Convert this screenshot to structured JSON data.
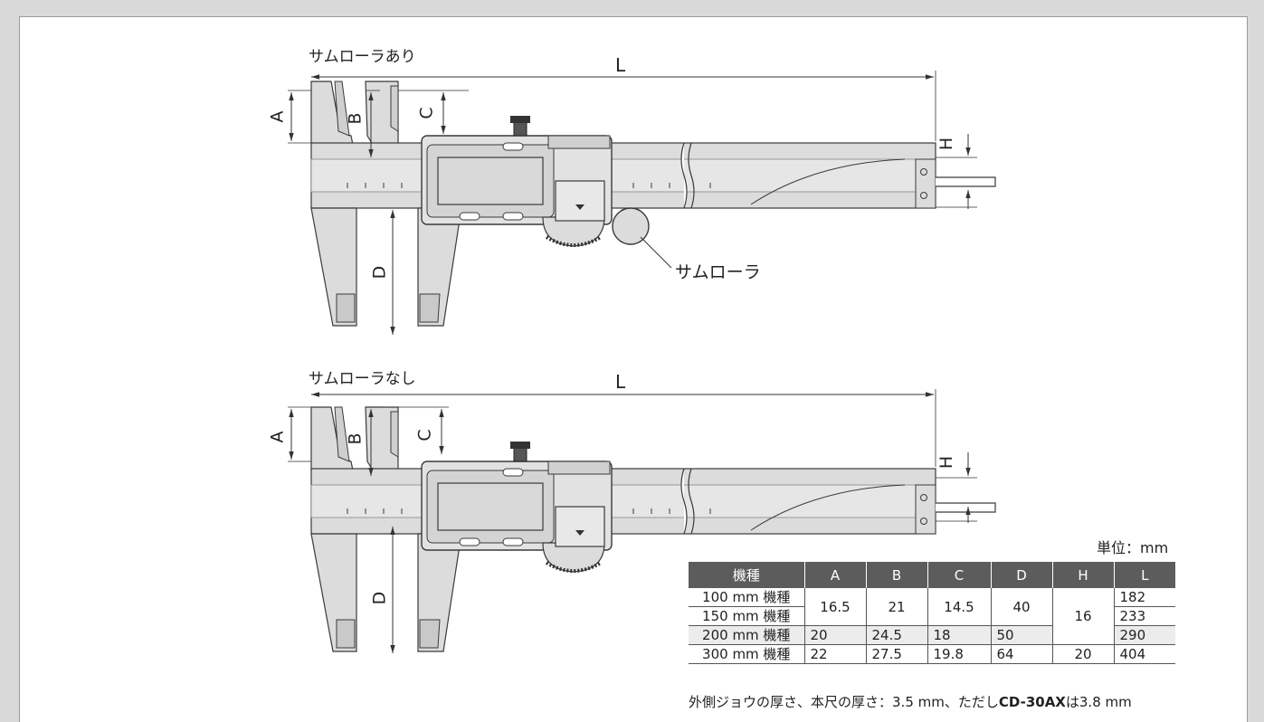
{
  "upper": {
    "caption": "サムローラあり",
    "dim_L": "L",
    "dim_A": "A",
    "dim_B": "B",
    "dim_C": "C",
    "dim_D": "D",
    "dim_H": "H",
    "callout": "サムローラ"
  },
  "lower": {
    "caption": "サムローラなし",
    "dim_L": "L",
    "dim_A": "A",
    "dim_B": "B",
    "dim_C": "C",
    "dim_D": "D",
    "dim_H": "H"
  },
  "unit_label": "単位：mm",
  "table": {
    "headers": [
      "機種",
      "A",
      "B",
      "C",
      "D",
      "H",
      "L"
    ],
    "rows": [
      {
        "model": "100 mm 機種",
        "A": "16.5",
        "B": "21",
        "C": "14.5",
        "D": "40",
        "H": "16",
        "L": "182"
      },
      {
        "model": "150 mm 機種",
        "A": "16.5",
        "B": "21",
        "C": "14.5",
        "D": "40",
        "H": "16",
        "L": "233"
      },
      {
        "model": "200 mm 機種",
        "A": "20",
        "B": "24.5",
        "C": "18",
        "D": "50",
        "H": "16",
        "L": "290"
      },
      {
        "model": "300 mm 機種",
        "A": "22",
        "B": "27.5",
        "C": "19.8",
        "D": "64",
        "H": "20",
        "L": "404"
      }
    ]
  },
  "note": {
    "prefix": "外側ジョウの厚さ、本尺の厚さ：3.5 mm、ただし",
    "model": "CD-30AX",
    "mid": "は",
    "suffix": "3.8 mm"
  },
  "colors": {
    "body": "#dcdcdc",
    "outline": "#3a3a3a",
    "header_bg": "#5c5c5c",
    "row_shade": "#ececec"
  }
}
